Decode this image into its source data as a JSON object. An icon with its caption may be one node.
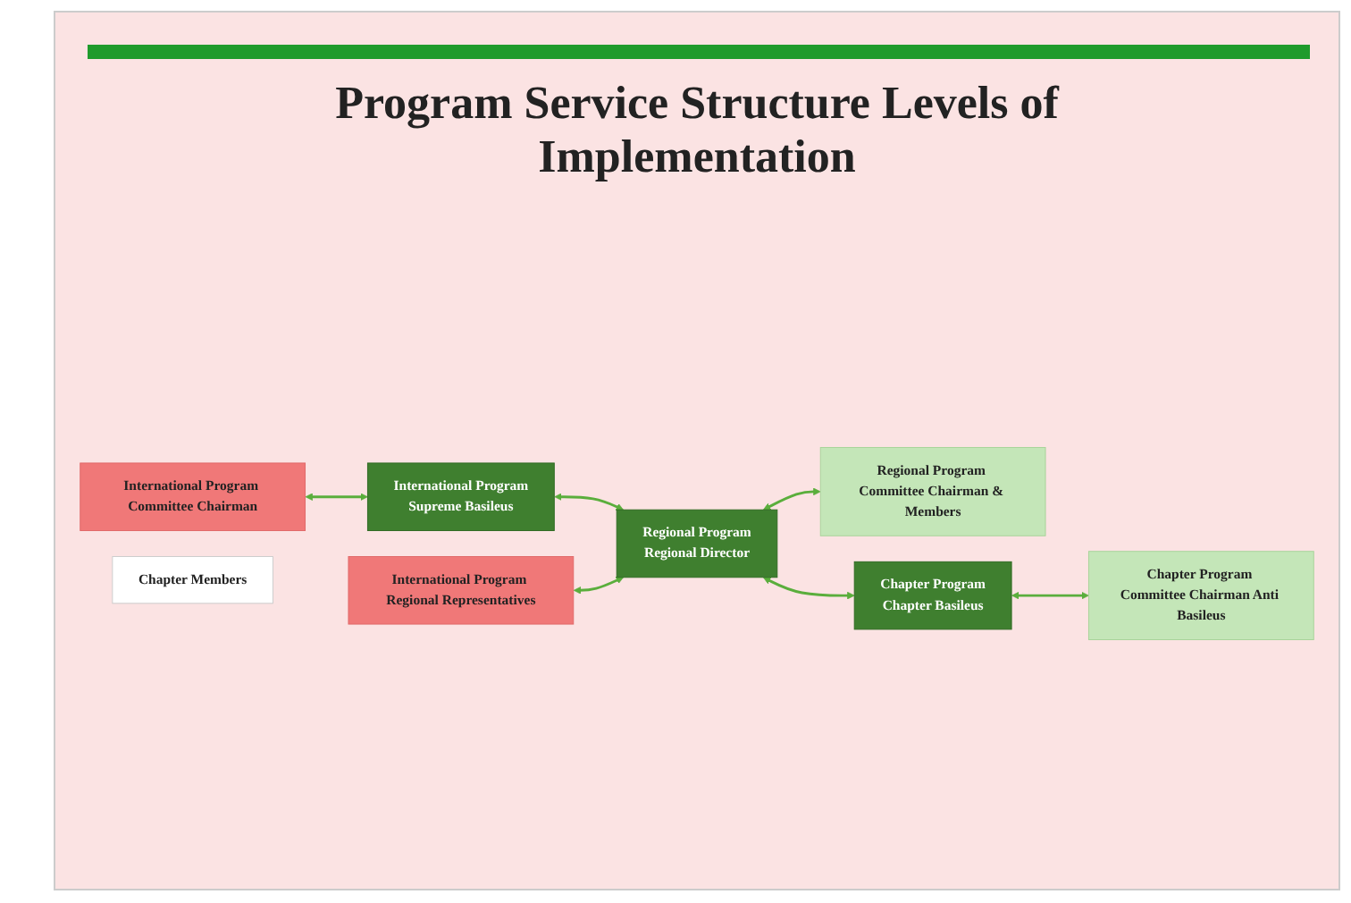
{
  "diagram": {
    "title": "Program Service Structure Levels of Implementation",
    "nodes": [
      {
        "text": [
          "International Program Committee Chairman"
        ]
      },
      {
        "text": [
          "International Program",
          "Supreme Basileus"
        ]
      },
      {
        "text": [
          "International Program Regional Representatives"
        ]
      },
      {
        "text": [
          "Regional Program",
          "Regional Director"
        ]
      },
      {
        "text": [
          "Regional Program Committee Chairman & Members"
        ]
      },
      {
        "text": [
          "Chapter Program",
          "Chapter Basileus"
        ]
      },
      {
        "text": [
          "Chapter Program Committee Chairman Anti Basileus"
        ]
      },
      {
        "text": [
          "Chapter Members"
        ]
      }
    ],
    "edges": [
      {
        "from": 0,
        "to": 1,
        "arrow": "both"
      },
      {
        "from": 1,
        "to": 3,
        "arrow": "both"
      },
      {
        "from": 2,
        "to": 3,
        "arrow": "both"
      },
      {
        "from": 3,
        "to": 4,
        "arrow": "both"
      },
      {
        "from": 3,
        "to": 5,
        "arrow": "both"
      },
      {
        "from": 5,
        "to": 6,
        "arrow": "both"
      }
    ]
  }
}
